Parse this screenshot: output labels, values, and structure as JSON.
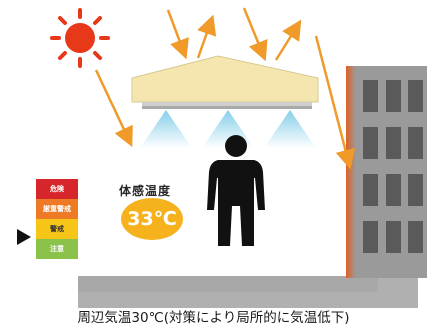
{
  "scale_levels": [
    {
      "label": "危険",
      "color": "#d7262b"
    },
    {
      "label": "厳重警戒",
      "color": "#ef7a25"
    },
    {
      "label": "警戒",
      "color": "#f6c518"
    },
    {
      "label": "注意",
      "color": "#8bc24a"
    }
  ],
  "current_level": "警戒",
  "feel_label": "体感温度",
  "feel_temp": "33℃",
  "caption": "周辺気温30℃(対策により局所的に気温低下)",
  "colors": {
    "sun": "#e8381a",
    "sun_arrow": "#f09a2a",
    "heat": "#e85a1a",
    "canopy": "#f5e6b0",
    "mist": "#7ecbe8",
    "building": "#9a9a9a",
    "ground": "#b0b0b0"
  }
}
